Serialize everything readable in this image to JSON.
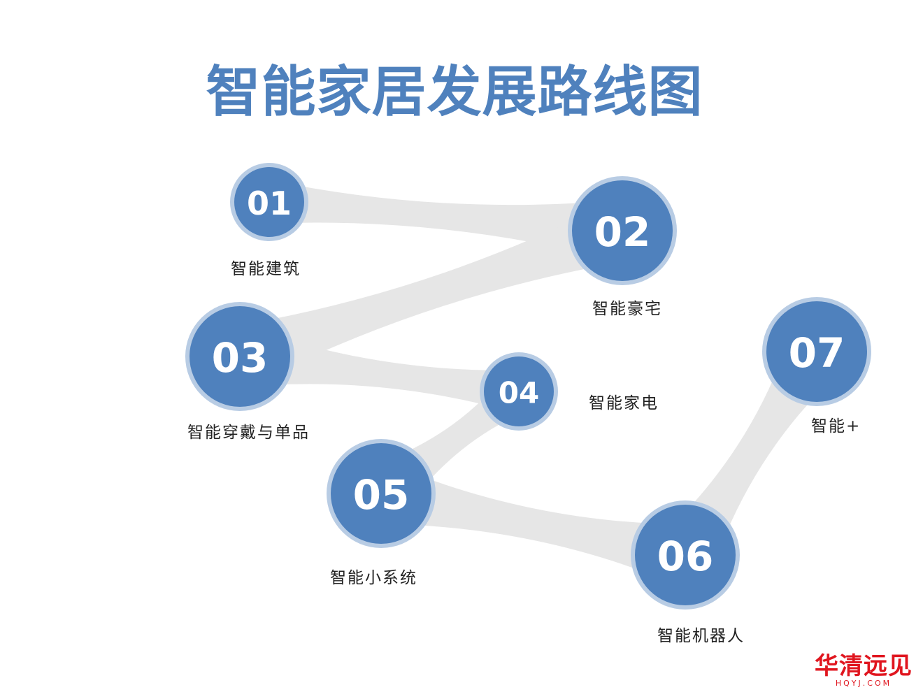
{
  "title": "智能家居发展路线图",
  "colors": {
    "title": "#4f81bd",
    "node_fill": "#4f81bd",
    "node_ring": "#b8cce4",
    "connector": "#e6e6e6",
    "label": "#222222",
    "brand": "#e0161f"
  },
  "stages": [
    {
      "number": "01",
      "label": "智能建筑"
    },
    {
      "number": "02",
      "label": "智能豪宅"
    },
    {
      "number": "03",
      "label": "智能穿戴与单品"
    },
    {
      "number": "04",
      "label": "智能家电"
    },
    {
      "number": "05",
      "label": "智能小系统"
    },
    {
      "number": "06",
      "label": "智能机器人"
    },
    {
      "number": "07",
      "label": "智能+"
    }
  ],
  "brand": {
    "name": "华清远见",
    "domain": "HQYJ.COM"
  }
}
